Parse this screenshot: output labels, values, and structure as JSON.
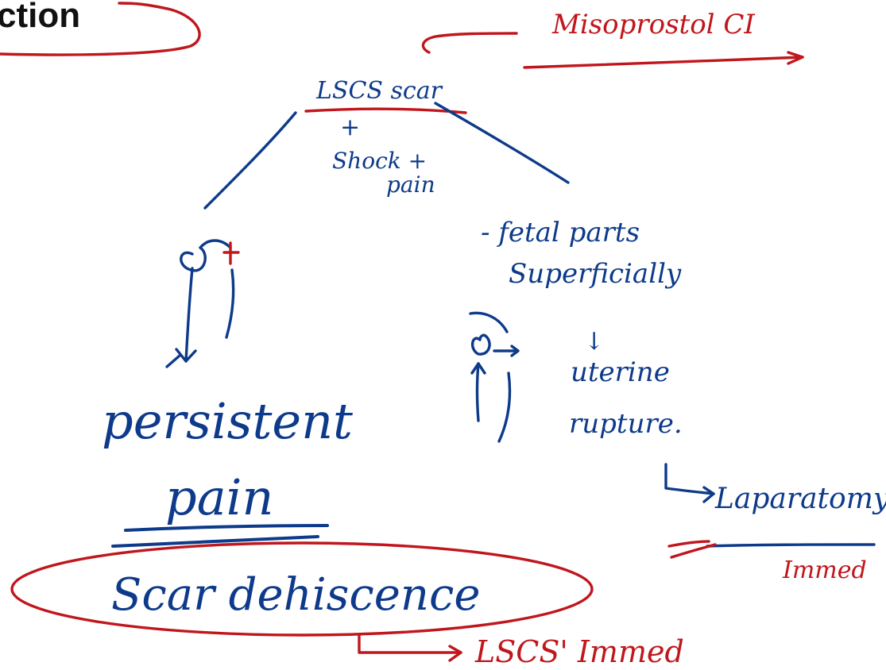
{
  "slide": {
    "title_fragment": "ction"
  },
  "annotations": {
    "misoprostol": "Misoprostol CI",
    "lscs_scar": "LSCS scar",
    "plus": "+",
    "shock": "Shock +",
    "pain_small": "pain",
    "fetal_parts": "- fetal parts",
    "superficially": "Superficially",
    "down_arrow": "↓",
    "uterine": "uterine",
    "rupture": "rupture.",
    "laparotomy": "Laparatomy",
    "immed_small": "Immed",
    "persistent": "persistent",
    "pain_large": "pain",
    "scar_dehiscence": "Scar dehiscence",
    "lscs_immed": "LSCS' Immed"
  },
  "colors": {
    "blue_ink": "#0d3a8a",
    "red_ink": "#c0161c"
  }
}
